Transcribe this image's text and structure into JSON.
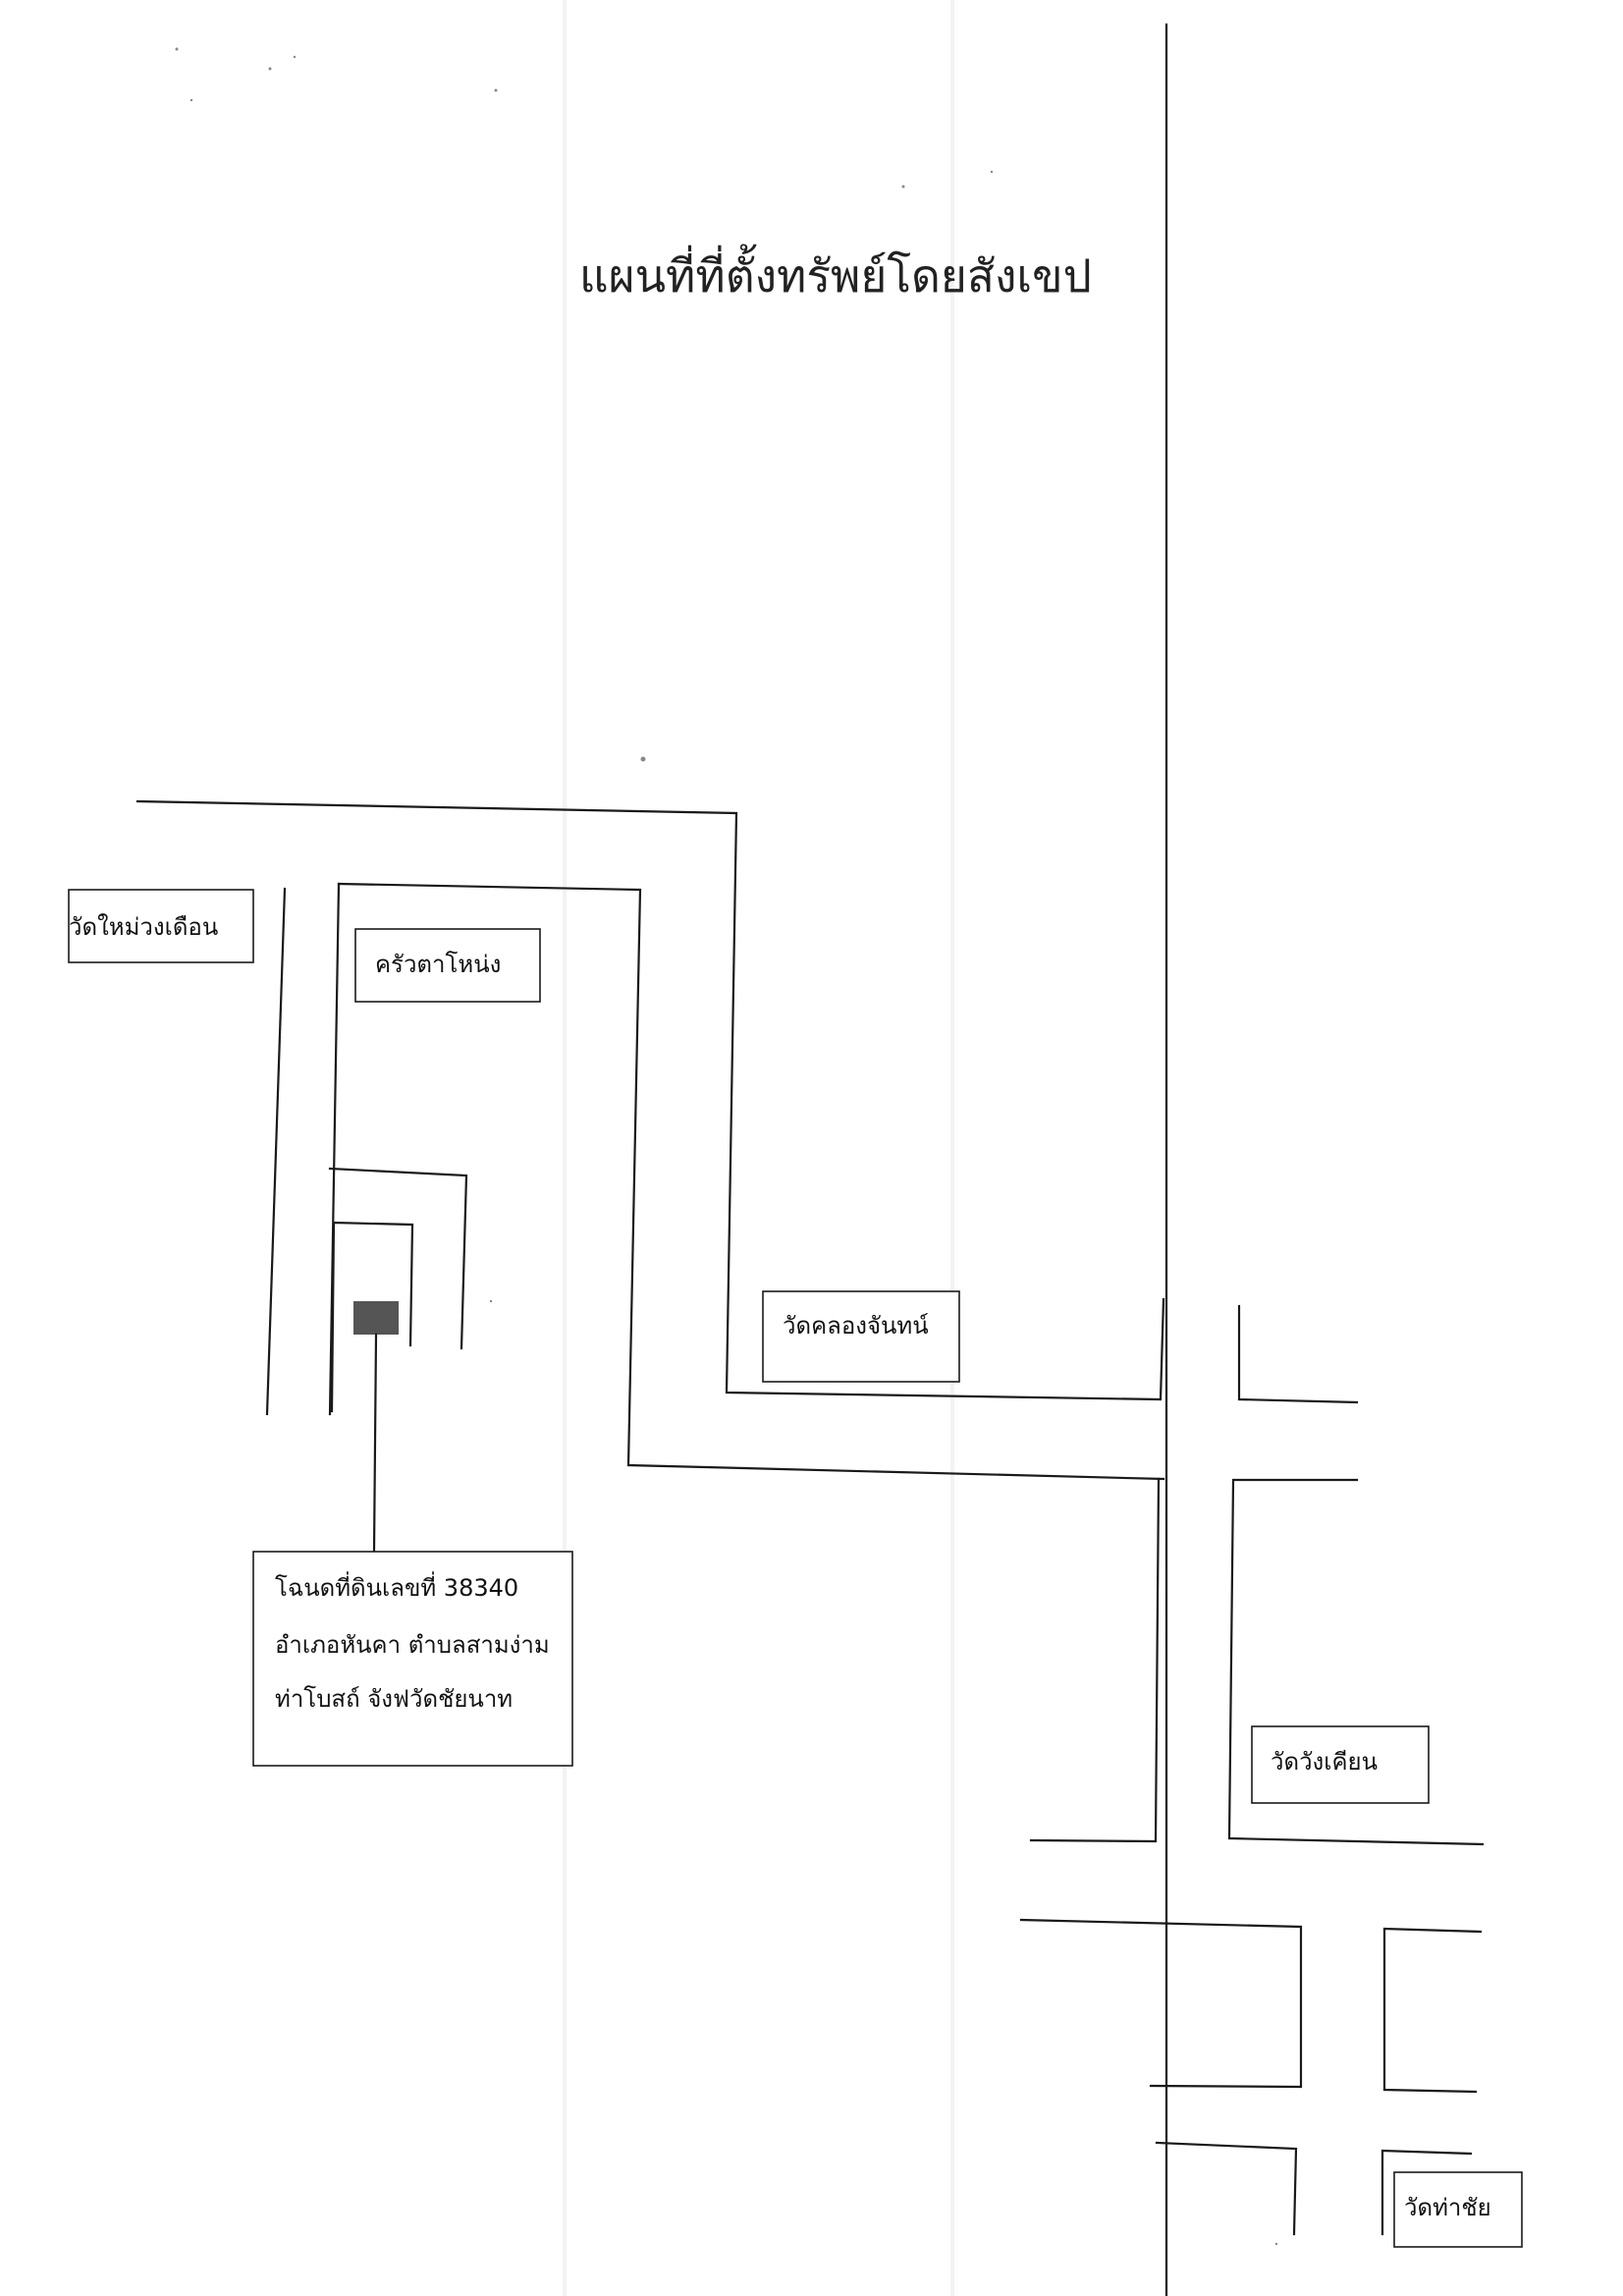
{
  "title": "แผนที่ที่ตั้งทรัพย์โดยสังเขป",
  "landmarks": {
    "wat_mai_muang_duean": "วัดใหม่วงเดือน",
    "khrua_ta_nong": "ครัวตาโหน่ง",
    "wat_khlong_chan": "วัดคลองจันทน์",
    "wat_wang_khian": "วัดวังเคียน",
    "wat_tha_chai": "วัดท่าชัย"
  },
  "property": {
    "line1": "โฉนดที่ดินเลขที่ 38340",
    "line2": "อำเภอหันคา ตำบลสามง่าม",
    "line3": "ท่าโบสถ์ จังฟวัดชัยนาท"
  },
  "colors": {
    "property_marker": "#555555",
    "ink": "#1a1a1a"
  }
}
